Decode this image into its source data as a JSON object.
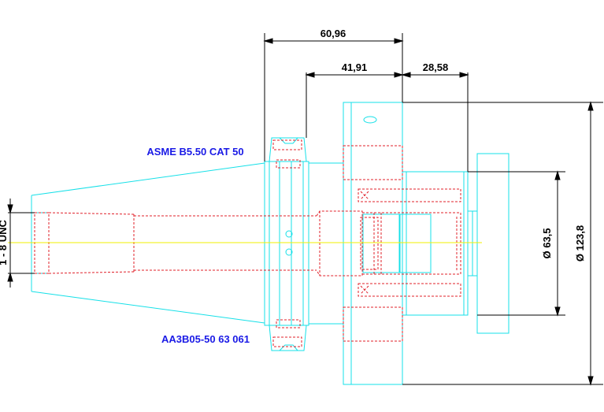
{
  "colors": {
    "outline": "#16e0e8",
    "hidden": "#e0202a",
    "dimension": "#000000",
    "centerline": "#f2f200",
    "annotation": "#1a1ae6"
  },
  "annotations": {
    "spec": "ASME B5.50 CAT 50",
    "part_number": "AA3B05-50 63 061"
  },
  "dimensions": {
    "overall_length": "60,96",
    "flange_to_face": "41,91",
    "pilot_length": "28,58",
    "pilot_diameter": "Ø 63,5",
    "body_diameter": "Ø 123,8",
    "drawbar_thread": "1 - 8 UNC"
  }
}
